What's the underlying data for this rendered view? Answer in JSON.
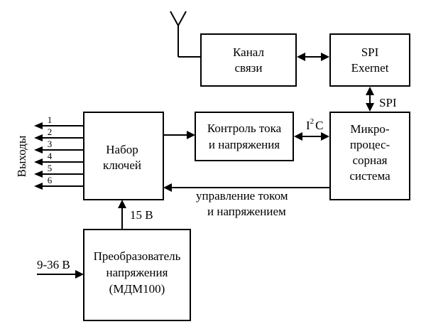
{
  "blocks": {
    "channel": [
      "Канал",
      "связи"
    ],
    "spi": [
      "SPI",
      "Exernet"
    ],
    "switches": [
      "Набор",
      "ключей"
    ],
    "monitor": [
      "Контроль тока",
      "и напряжения"
    ],
    "mcu": [
      "Микро-",
      "процес-",
      "сорная",
      "система"
    ],
    "converter": [
      "Преобразователь",
      "напряжения",
      "(МДМ100)"
    ]
  },
  "labels": {
    "spi_bus": "SPI",
    "i2c_i": "I",
    "i2c_sup": "2",
    "i2c_c": "C",
    "control": [
      "управление током",
      "и напряжением"
    ],
    "v15": "15 В",
    "vin": "9-36 В",
    "outputs": "Выходы"
  },
  "outputs": [
    "1",
    "2",
    "3",
    "4",
    "5",
    "6"
  ]
}
